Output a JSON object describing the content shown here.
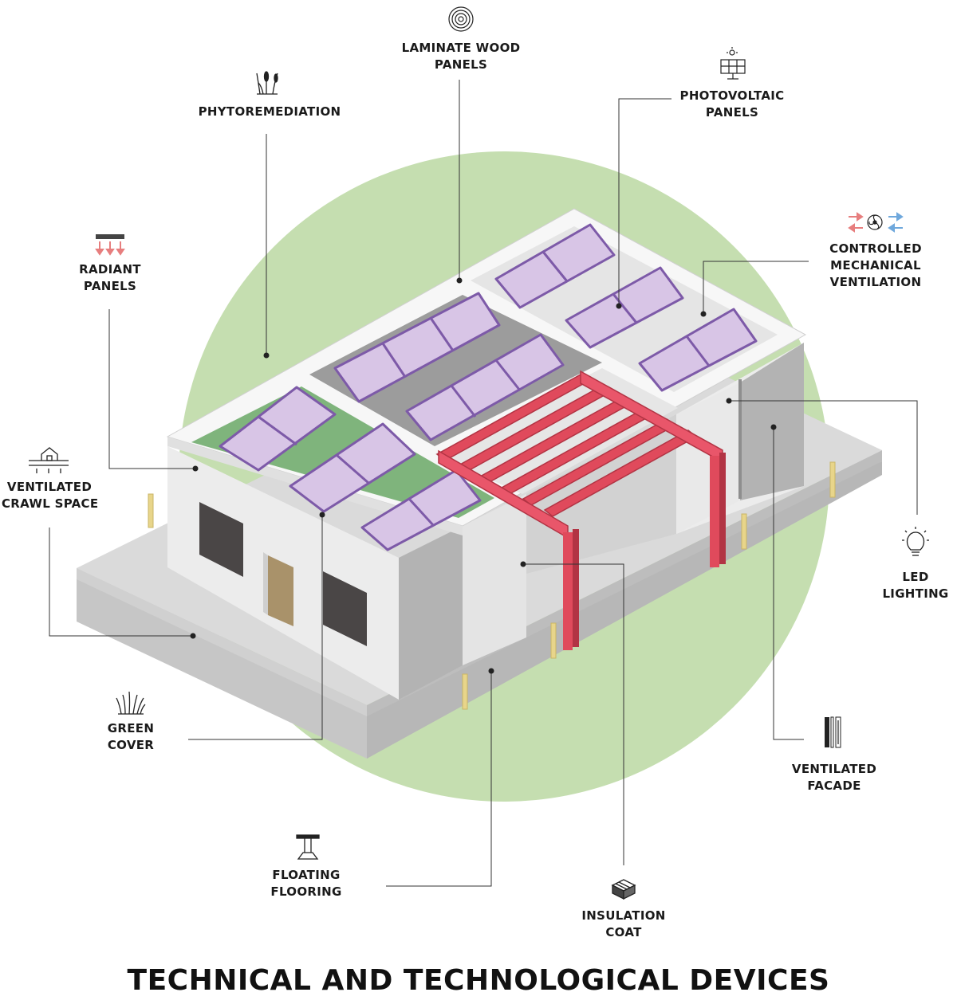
{
  "title": "TECHNICAL AND TECHNOLOGICAL DEVICES",
  "colors": {
    "background_circle": "#c5deb0",
    "wall_light": "#ececec",
    "wall_mid": "#d2d2d2",
    "wall_dark": "#b3b3b3",
    "platform": "#d9d9d9",
    "roof_green": "#7fb47c",
    "roof_gray": "#9c9c9c",
    "roof_light": "#e5e5e5",
    "solar_panel": "#d8c5e6",
    "solar_frame": "#7d5aa8",
    "pergola": "#e04a5c",
    "pergola_dark": "#b23444",
    "window": "#4a4646",
    "door": "#a9926a",
    "post": "#e8d58a",
    "leader_line": "#333333"
  },
  "labels": {
    "laminate_wood": {
      "line1": "LAMINATE WOOD",
      "line2": "PANELS",
      "icon": "wood-rings-icon"
    },
    "phytoremediation": {
      "line1": "PHYTOREMEDIATION",
      "icon": "reed-plant-icon"
    },
    "photovoltaic": {
      "line1": "PHOTOVOLTAIC",
      "line2": "PANELS",
      "icon": "solar-panel-icon"
    },
    "radiant": {
      "line1": "RADIANT",
      "line2": "PANELS",
      "icon": "radiant-heat-icon"
    },
    "ventilation": {
      "line1": "CONTROLLED",
      "line2": "MECHANICAL",
      "line3": "VENTILATION",
      "icon": "fan-arrows-icon"
    },
    "crawl_space": {
      "line1": "VENTILATED",
      "line2": "CRAWL SPACE",
      "icon": "house-ground-icon"
    },
    "led": {
      "line1": "LED",
      "line2": "LIGHTING",
      "icon": "light-bulb-icon"
    },
    "green_cover": {
      "line1": "GREEN",
      "line2": "COVER",
      "icon": "grass-icon"
    },
    "ventilated_facade": {
      "line1": "VENTILATED",
      "line2": "FACADE",
      "icon": "facade-layers-icon"
    },
    "floating_flooring": {
      "line1": "FLOATING",
      "line2": "FLOORING",
      "icon": "floor-pedestal-icon"
    },
    "insulation": {
      "line1": "INSULATION",
      "line2": "COAT",
      "icon": "insulation-cube-icon"
    }
  }
}
